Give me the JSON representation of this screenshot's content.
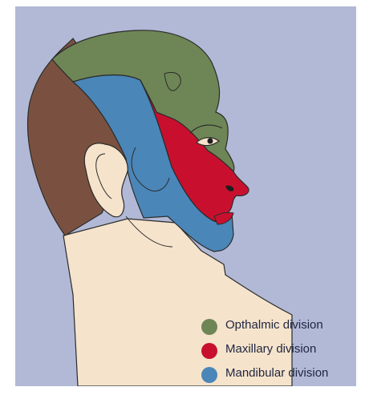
{
  "legend": [
    {
      "label": "Opthalmic division",
      "color": "#6e8656"
    },
    {
      "label": "Maxillary division",
      "color": "#c8102e"
    },
    {
      "label": "Mandibular division",
      "color": "#4a86b8"
    }
  ],
  "regions": {
    "hair": "#7a5140",
    "skin": "#f5e3cc",
    "background": "#b2b9d6"
  }
}
